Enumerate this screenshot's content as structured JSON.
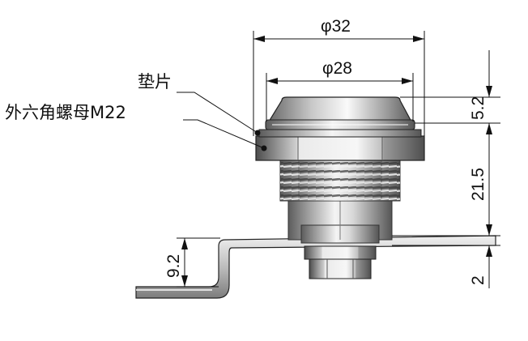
{
  "dimensions": {
    "outer_diameter": "φ32",
    "cap_diameter": "φ28",
    "cap_height": "5.2",
    "body_length": "21.5",
    "cam_thickness": "2",
    "cam_offset": "9.2"
  },
  "callouts": {
    "washer": "垫片",
    "hex_nut": "外六角螺母M22"
  },
  "colors": {
    "line": "#111111",
    "metal_dark": "#5a5a5a",
    "metal_light": "#f2f2f2"
  }
}
